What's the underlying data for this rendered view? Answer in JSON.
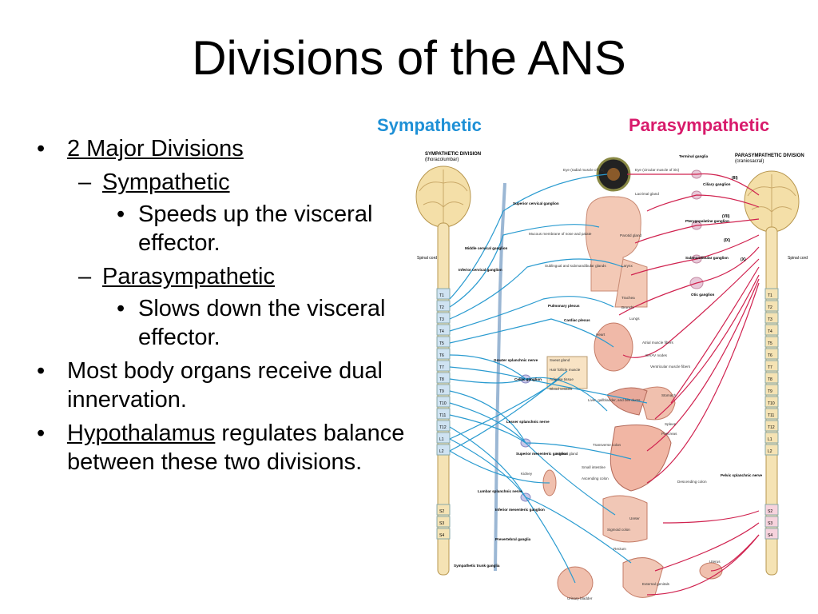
{
  "slide": {
    "title": "Divisions of the ANS"
  },
  "bullets": {
    "item1": "2 Major Divisions",
    "sub1_label": "Sympathetic",
    "sub1_detail": "Speeds up the visceral effector.",
    "sub2_label": "Parasympathetic",
    "sub2_detail": "Slows down the visceral effector.",
    "item2": "Most body organs receive dual innervation.",
    "item3_term": "Hypothalamus",
    "item3_rest": " regulates balance between these two divisions."
  },
  "labels": {
    "sympathetic": "Sympathetic",
    "parasympathetic": "Parasympathetic"
  },
  "diagram": {
    "sym_division_title": "SYMPATHETIC DIVISION",
    "sym_division_sub": "(thoracolumbar)",
    "para_division_title": "PARASYMPATHETIC DIVISION",
    "para_division_sub": "(craniosacral)",
    "spinal_cord": "Spinal cord",
    "sym_vertebrae": [
      "T1",
      "T2",
      "T3",
      "T4",
      "T5",
      "T6",
      "T7",
      "T8",
      "T9",
      "T10",
      "T11",
      "T12",
      "L1",
      "L2",
      "S2",
      "S3",
      "S4"
    ],
    "para_vertebrae": [
      "T1",
      "T2",
      "T3",
      "T4",
      "T5",
      "T6",
      "T7",
      "T8",
      "T9",
      "T10",
      "T11",
      "T12",
      "L1",
      "L2",
      "S2",
      "S3",
      "S4"
    ],
    "cranial_nerves": [
      "(III)",
      "(VII)",
      "(IX)",
      "(X)"
    ],
    "sym_labels": [
      "Superior cervical ganglion",
      "Middle cervical ganglion",
      "Inferior cervical ganglion",
      "Pulmonary plexus",
      "Cardiac plexus",
      "Greater splanchnic nerve",
      "Celiac ganglion",
      "Lesser splanchnic nerve",
      "Superior mesenteric ganglion",
      "Lumbar splanchnic nerve",
      "Inferior mesenteric ganglion",
      "Prevertebral ganglia",
      "Sympathetic trunk ganglia"
    ],
    "para_labels": [
      "Terminal ganglia",
      "Ciliary ganglion",
      "Pterygopalatine ganglion",
      "Submandibular ganglion",
      "Otic ganglion",
      "Pelvic splanchnic nerve"
    ],
    "organ_labels": [
      "Eye (radial muscle of iris)",
      "Eye (circular muscle of iris)",
      "Lacrimal gland",
      "Mucous membrane of nose and palate",
      "Parotid gland",
      "Sublingual and submandibular glands",
      "Larynx",
      "Trachea",
      "Bronchi",
      "Lungs",
      "Heart",
      "Atrial muscle fibers",
      "SA/AV nodes",
      "Ventricular muscle fibers",
      "Sweat gland",
      "Hair follicle muscle",
      "Adipose tissue",
      "Blood vessels",
      "Stomach",
      "Liver, gallbladder, and bile ducts",
      "Spleen",
      "Pancreas",
      "Transverse colon",
      "Adrenal gland",
      "Small intestine",
      "Ascending colon",
      "Descending colon",
      "Kidney",
      "Ureter",
      "Sigmoid colon",
      "Rectum",
      "Urinary bladder",
      "External genitals",
      "Uterus"
    ]
  }
}
